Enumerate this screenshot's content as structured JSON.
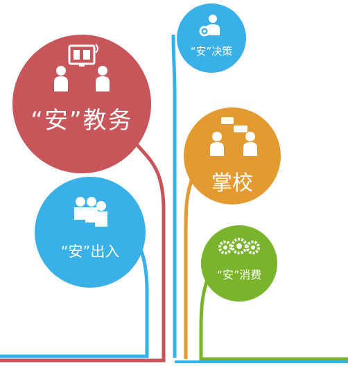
{
  "colors": {
    "red": "#c8555a",
    "blue": "#3ab0e8",
    "orange": "#e39a31",
    "green": "#79b42c",
    "icon_white": "#ffffff"
  },
  "nodes": [
    {
      "id": "jiaowu",
      "label": "“安”教务",
      "color": "red",
      "icon": "video-conference-icon"
    },
    {
      "id": "juece",
      "label": "“安”决策",
      "color": "blue",
      "icon": "person-gear-icon"
    },
    {
      "id": "zhangxiao",
      "label": "掌校",
      "color": "orange",
      "icon": "people-chat-icon"
    },
    {
      "id": "churu",
      "label": "“安”出入",
      "color": "blue",
      "icon": "group-people-icon"
    },
    {
      "id": "xiaofei",
      "label": "“安”消费",
      "color": "green",
      "icon": "gears-icon"
    }
  ]
}
